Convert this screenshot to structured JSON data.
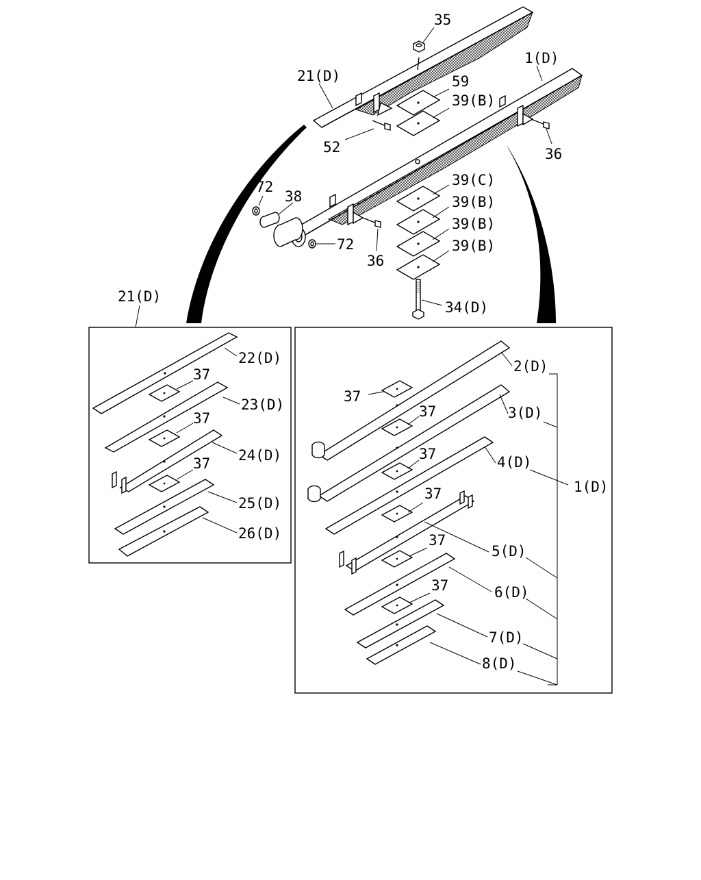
{
  "diagram": {
    "top_labels": {
      "nut": "35",
      "upper_spring": "21(D)",
      "main_spring": "1(D)",
      "shim_59": "59",
      "spacer_39b_top": "39(B)",
      "bolt_52": "52",
      "bolt_36_right": "36",
      "washer_72_top": "72",
      "bushing_38": "38",
      "washer_72_bottom": "72",
      "bolt_36_left": "36",
      "spacer_39c": "39(C)",
      "spacer_39b_1": "39(B)",
      "spacer_39b_2": "39(B)",
      "spacer_39b_3": "39(B)",
      "center_bolt": "34(D)"
    },
    "left_panel": {
      "header": "21(D)",
      "leaves": [
        "22(D)",
        "23(D)",
        "24(D)",
        "25(D)",
        "26(D)"
      ],
      "liner_label": "37"
    },
    "right_panel": {
      "group_label": "1(D)",
      "leaves": [
        "2(D)",
        "3(D)",
        "4(D)",
        "5(D)",
        "6(D)",
        "7(D)",
        "8(D)"
      ],
      "liner_label": "37"
    }
  }
}
